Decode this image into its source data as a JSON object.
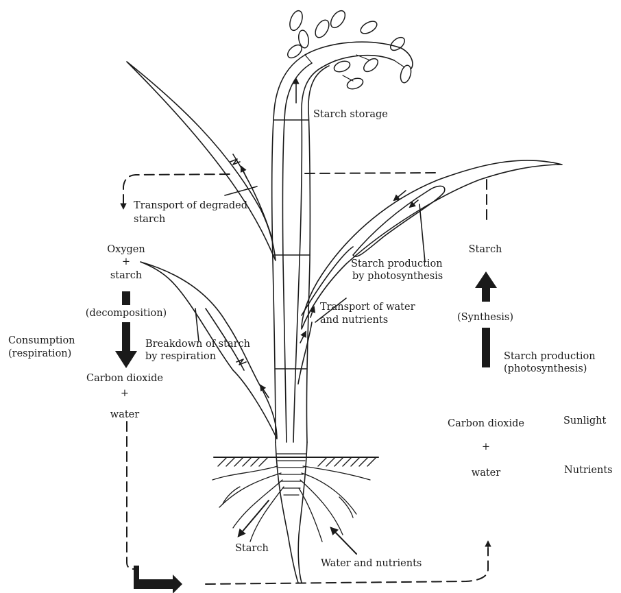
{
  "labels": {
    "starch_storage": "Starch storage",
    "transport_degraded_1": "Transport of degraded",
    "transport_degraded_2": "starch",
    "oxygen": "Oxygen",
    "plus": "+",
    "starch": "starch",
    "decomposition": "(decomposition)",
    "consumption_1": "Consumption",
    "consumption_2": "(respiration)",
    "carbon_dioxide": "Carbon dioxide",
    "water": "water",
    "breakdown_1": "Breakdown of starch",
    "breakdown_2": "by respiration",
    "starch_production_1": "Starch production",
    "starch_production_2": "by photosynthesis",
    "transport_water_1": "Transport of water",
    "transport_water_2": "and nutrients",
    "starch_right": "Starch",
    "synthesis": "(Synthesis)",
    "starch_prod_photo_1": "Starch production",
    "starch_prod_photo_2": "(photosynthesis)",
    "carbon_dioxide_right": "Carbon dioxide",
    "sunlight": "Sunlight",
    "water_right": "water",
    "nutrients": "Nutrients",
    "root_starch": "Starch",
    "water_and_nutrients": "Water and nutrients"
  }
}
